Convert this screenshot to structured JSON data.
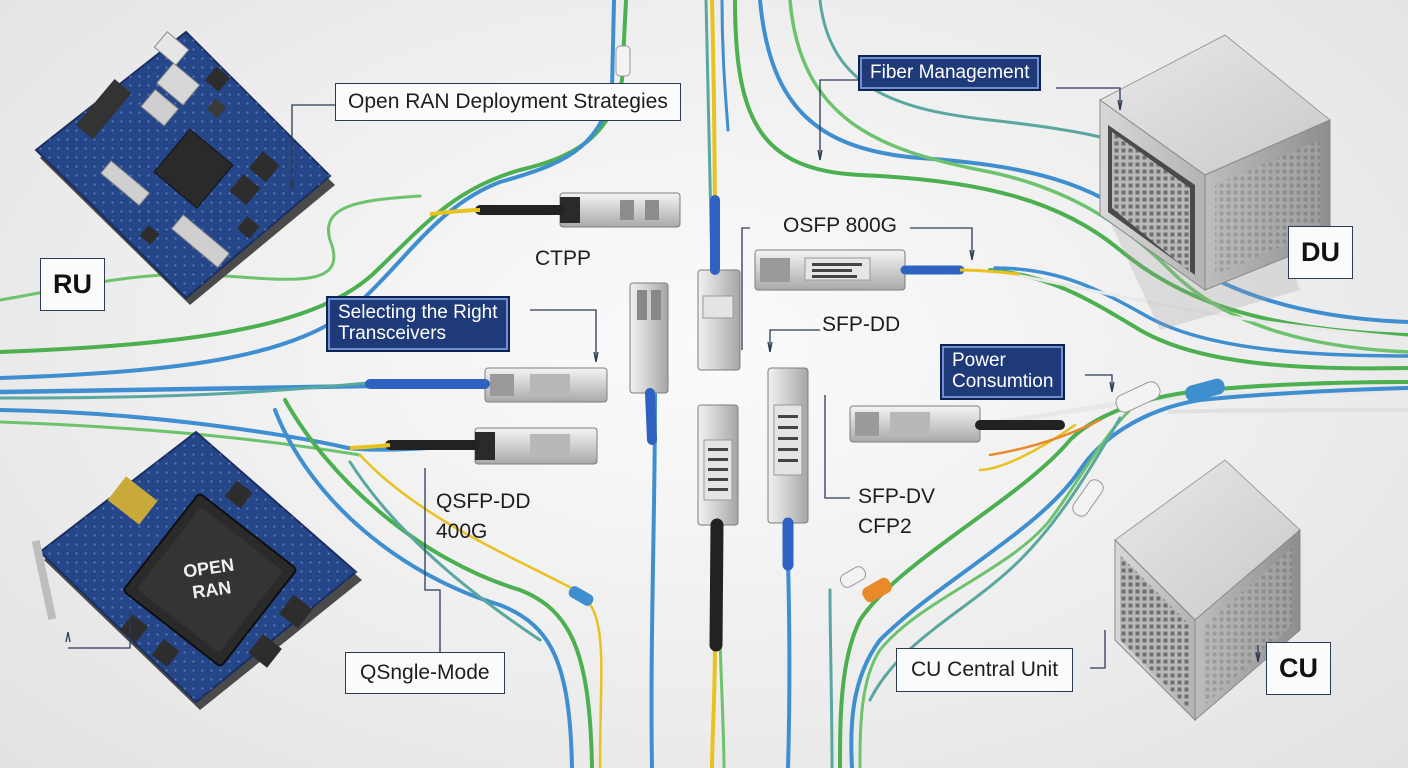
{
  "labels": {
    "open_ran_strategies": "Open RAN Deployment Strategies",
    "fiber_management": "Fiber Management",
    "selecting_transceivers_line1": "Selecting the Right",
    "selecting_transceivers_line2": "Transceivers",
    "power_consumption_line1": "Power",
    "power_consumption_line2": "Consumtion",
    "osfp": "OSFP 800G",
    "ctpp": "CTPP",
    "sfp_dd": "SFP-DD",
    "qsfp_dd_line1": "QSFP-DD",
    "qsfp_dd_line2": "400G",
    "sfp_dv_line1": "SFP-DV",
    "sfp_dv_line2": "CFP2",
    "single_mode": "QSngle-Mode",
    "cu_central_unit": "CU Central Unit",
    "ru": "RU",
    "du": "DU",
    "cu": "CU"
  },
  "chip": {
    "line1": "OPEN",
    "line2": "RAN"
  },
  "colors": {
    "label_blue": "#1f3a78",
    "pcb_blue": "#26468a",
    "fiber_blue": "#2f7fc8",
    "fiber_green": "#4caf50",
    "fiber_teal": "#5aa7a0",
    "fiber_yellow": "#e8c320",
    "fiber_orange": "#e8892a"
  }
}
